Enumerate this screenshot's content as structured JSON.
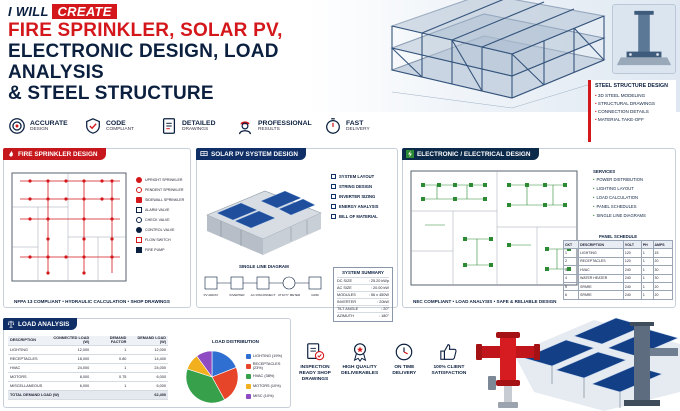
{
  "hero": {
    "intro": "I WILL",
    "intro_highlight": "CREATE",
    "line1": "FIRE SPRINKLER, SOLAR PV,",
    "line2": "ELECTRONIC DESIGN, LOAD ANALYSIS",
    "line3": "& STEEL STRUCTURE"
  },
  "steel": {
    "title": "STEEL STRUCTURE DESIGN",
    "items": [
      "3D STEEL MODELING",
      "STRUCTURAL DRAWINGS",
      "CONNECTION DETAILS",
      "MATERIAL TAKE-OFF"
    ]
  },
  "features": [
    {
      "title": "ACCURATE",
      "sub": "DESIGN",
      "icon": "target-icon"
    },
    {
      "title": "CODE",
      "sub": "COMPLIANT",
      "icon": "shield-check-icon"
    },
    {
      "title": "DETAILED",
      "sub": "DRAWINGS",
      "icon": "document-icon"
    },
    {
      "title": "PROFESSIONAL",
      "sub": "RESULTS",
      "icon": "engineer-icon"
    },
    {
      "title": "FAST",
      "sub": "DELIVERY",
      "icon": "stopwatch-icon"
    }
  ],
  "fire": {
    "title": "FIRE SPRINKLER DESIGN",
    "legend": [
      "UPRIGHT SPRINKLER",
      "PENDENT SPRINKLER",
      "SIDEWALL SPRINKLER",
      "ALARM VALVE",
      "CHECK VALVE",
      "CONTROL VALVE",
      "FLOW SWITCH",
      "FIRE PUMP"
    ],
    "footer": "NFPA 13 COMPLIANT • HYDRAULIC CALCULATION • SHOP DRAWINGS"
  },
  "solar": {
    "title": "SOLAR PV SYSTEM DESIGN",
    "checklist": [
      "SYSTEM LAYOUT",
      "STRING DESIGN",
      "INVERTER SIZING",
      "ENERGY ANALYSIS",
      "BILL OF MATERIAL"
    ],
    "sld_label": "SINGLE LINE DIAGRAM",
    "sld_nodes": [
      "PV ARRAY",
      "INVERTER",
      "AC DISCONNECT",
      "UTILITY METER",
      "GRID"
    ],
    "summary_title": "SYSTEM SUMMARY",
    "summary": [
      {
        "k": "DC SIZE",
        "v": ": 25.20 kWp"
      },
      {
        "k": "AC SIZE",
        "v": ": 20.00 kW"
      },
      {
        "k": "MODULES",
        "v": ": 56 x 450W"
      },
      {
        "k": "INVERTER",
        "v": ": 20kW"
      },
      {
        "k": "TILT ANGLE",
        "v": ": 20°"
      },
      {
        "k": "AZIMUTH",
        "v": ": 180°"
      }
    ]
  },
  "elec": {
    "title": "ELECTRONIC / ELECTRICAL DESIGN",
    "services_title": "SERVICES",
    "services": [
      "POWER DISTRIBUTION",
      "LIGHTING LAYOUT",
      "LOAD CALCULATION",
      "PANEL SCHEDULES",
      "SINGLE LINE DIAGRAMS"
    ],
    "schedule_title": "PANEL SCHEDULE",
    "schedule_headers": [
      "CKT",
      "DESCRIPTION",
      "VOLT",
      "PH",
      "AMPS"
    ],
    "schedule_rows": [
      [
        "1",
        "LIGHTING",
        "120",
        "1",
        "15"
      ],
      [
        "2",
        "RECEPTACLES",
        "120",
        "1",
        "20"
      ],
      [
        "3",
        "HVAC",
        "240",
        "1",
        "30"
      ],
      [
        "4",
        "WATER HEATER",
        "240",
        "1",
        "30"
      ],
      [
        "5",
        "SPARE",
        "240",
        "1",
        "20"
      ],
      [
        "6",
        "SPARE",
        "240",
        "1",
        "20"
      ]
    ],
    "footer": "NEC COMPLIANT • LOAD ANALYSIS • SAFE & RELIABLE DESIGN"
  },
  "load": {
    "title": "LOAD ANALYSIS",
    "headers": [
      "DESCRIPTION",
      "CONNECTED LOAD (W)",
      "DEMAND FACTOR",
      "DEMAND LOAD (W)"
    ],
    "rows": [
      [
        "LIGHTING",
        "12,000",
        "1",
        "12,000"
      ],
      [
        "RECEPTACLES",
        "18,000",
        "0.80",
        "14,400"
      ],
      [
        "HVAC",
        "24,000",
        "1",
        "24,000"
      ],
      [
        "MOTORS",
        "8,000",
        "0.75",
        "6,000"
      ],
      [
        "MISCELLANEOUS",
        "6,000",
        "1",
        "6,000"
      ]
    ],
    "total_label": "TOTAL DEMAND LOAD (W)",
    "total_value": "62,400",
    "pie_title": "LOAD DISTRIBUTION"
  },
  "chart_data": {
    "type": "pie",
    "title": "LOAD DISTRIBUTION",
    "categories": [
      "LIGHTING (19%)",
      "RECEPTACLES (23%)",
      "HVAC (38%)",
      "MOTORS (10%)",
      "MISC (10%)"
    ],
    "values": [
      19,
      23,
      38,
      10,
      10
    ],
    "colors": [
      "#2f6fd1",
      "#e6452a",
      "#36a04a",
      "#f2b01e",
      "#8f4cc2"
    ],
    "legend": "right"
  },
  "badges": [
    {
      "label": "INSPECTION READY SHOP DRAWINGS",
      "icon": "inspection-stamp-icon"
    },
    {
      "label": "HIGH QUALITY DELIVERABLES",
      "icon": "award-ribbon-icon"
    },
    {
      "label": "ON TIME DELIVERY",
      "icon": "clock-icon"
    },
    {
      "label": "100% CLIENT SATISFACTION",
      "icon": "thumbs-up-icon"
    }
  ],
  "colors": {
    "navy": "#0b1f3f",
    "red": "#d4171b",
    "blue": "#0f2f66",
    "green": "#2c8a33"
  }
}
